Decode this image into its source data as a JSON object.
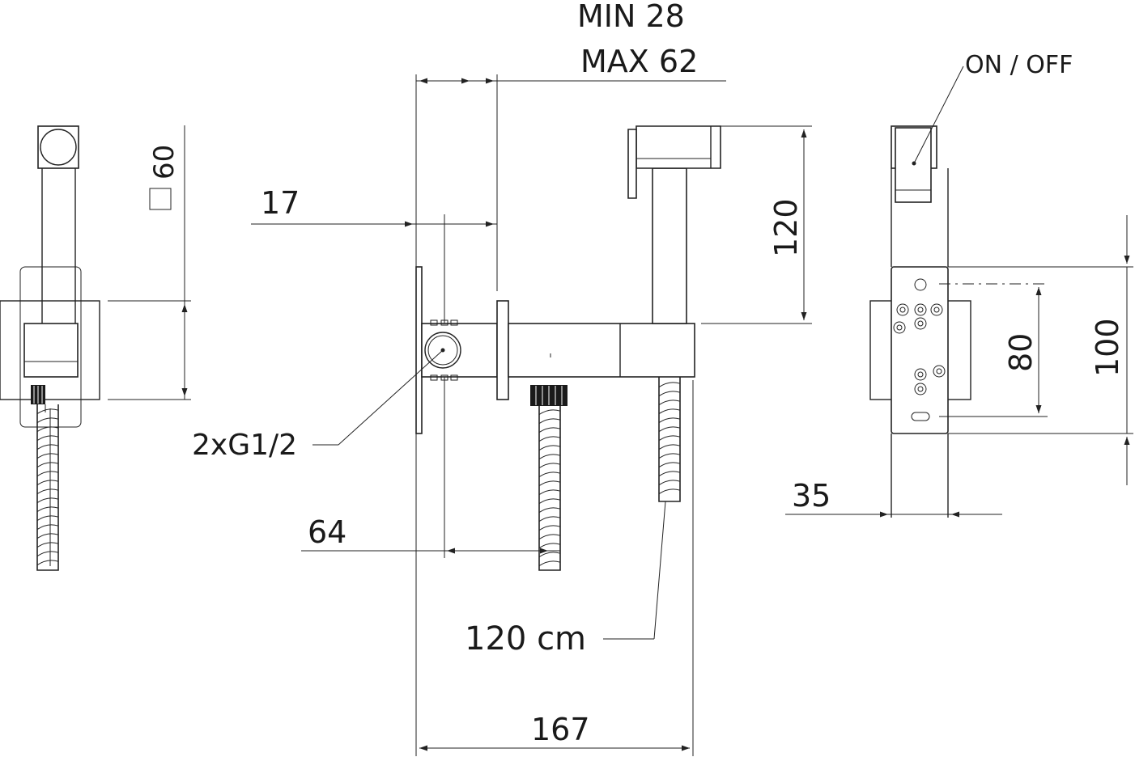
{
  "labels": {
    "min_depth": "MIN 28",
    "max_depth": "MAX 62",
    "square_size": "60",
    "offset_17": "17",
    "thread": "2xG1/2",
    "dim_64": "64",
    "hose_length": "120 cm",
    "width_167": "167",
    "height_120": "120",
    "switch": "ON / OFF",
    "dim_80": "80",
    "dim_100": "100",
    "dim_35": "35"
  }
}
